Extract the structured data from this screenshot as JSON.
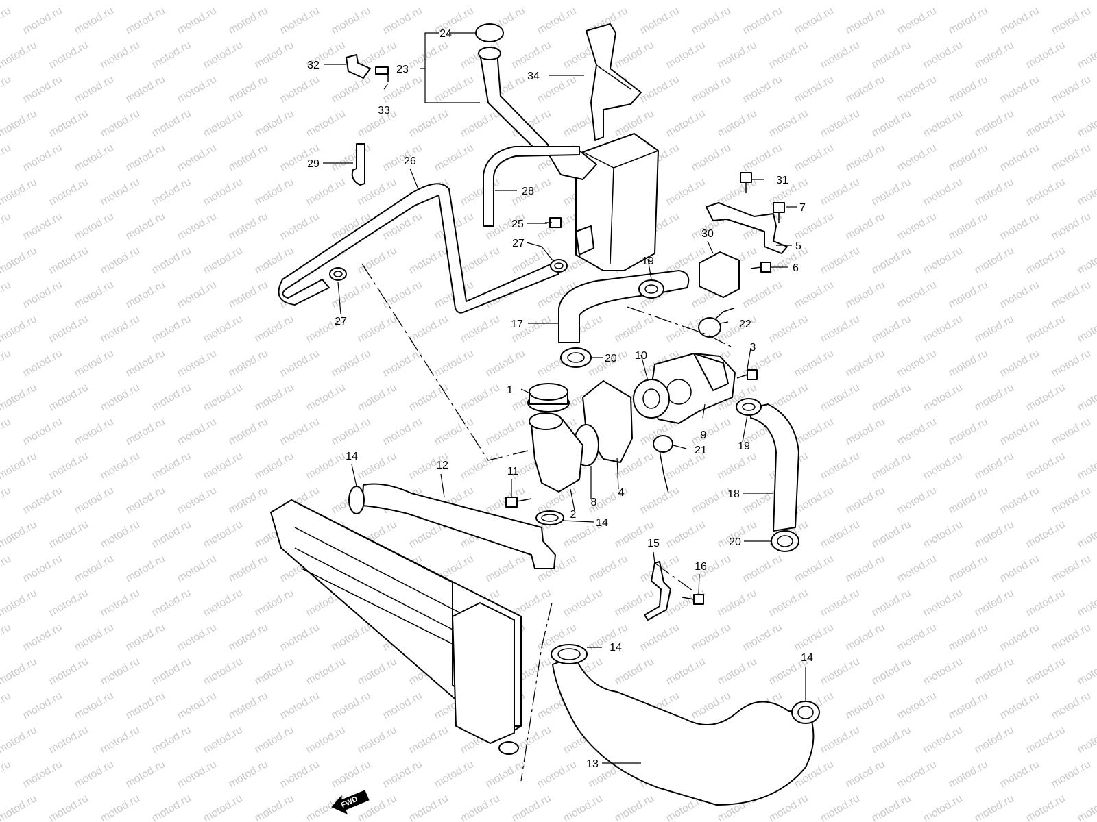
{
  "watermark": {
    "text": "motod.ru",
    "color": "#c9c9c9"
  },
  "fwd_badge": {
    "text": "FWD"
  },
  "callouts": [
    {
      "id": "1",
      "label": "1"
    },
    {
      "id": "2",
      "label": "2"
    },
    {
      "id": "3",
      "label": "3"
    },
    {
      "id": "4",
      "label": "4"
    },
    {
      "id": "5",
      "label": "5"
    },
    {
      "id": "6",
      "label": "6"
    },
    {
      "id": "7",
      "label": "7"
    },
    {
      "id": "8",
      "label": "8"
    },
    {
      "id": "9",
      "label": "9"
    },
    {
      "id": "10",
      "label": "10"
    },
    {
      "id": "11",
      "label": "11"
    },
    {
      "id": "12",
      "label": "12"
    },
    {
      "id": "13",
      "label": "13"
    },
    {
      "id": "14a",
      "label": "14"
    },
    {
      "id": "14b",
      "label": "14"
    },
    {
      "id": "14c",
      "label": "14"
    },
    {
      "id": "14d",
      "label": "14"
    },
    {
      "id": "15",
      "label": "15"
    },
    {
      "id": "16",
      "label": "16"
    },
    {
      "id": "17",
      "label": "17"
    },
    {
      "id": "18",
      "label": "18"
    },
    {
      "id": "19a",
      "label": "19"
    },
    {
      "id": "19b",
      "label": "19"
    },
    {
      "id": "20a",
      "label": "20"
    },
    {
      "id": "20b",
      "label": "20"
    },
    {
      "id": "21",
      "label": "21"
    },
    {
      "id": "22",
      "label": "22"
    },
    {
      "id": "23",
      "label": "23"
    },
    {
      "id": "24",
      "label": "24"
    },
    {
      "id": "25",
      "label": "25"
    },
    {
      "id": "26",
      "label": "26"
    },
    {
      "id": "27a",
      "label": "27"
    },
    {
      "id": "27b",
      "label": "27"
    },
    {
      "id": "28",
      "label": "28"
    },
    {
      "id": "29",
      "label": "29"
    },
    {
      "id": "30",
      "label": "30"
    },
    {
      "id": "31",
      "label": "31"
    },
    {
      "id": "32",
      "label": "32"
    },
    {
      "id": "33",
      "label": "33"
    },
    {
      "id": "34",
      "label": "34"
    }
  ]
}
